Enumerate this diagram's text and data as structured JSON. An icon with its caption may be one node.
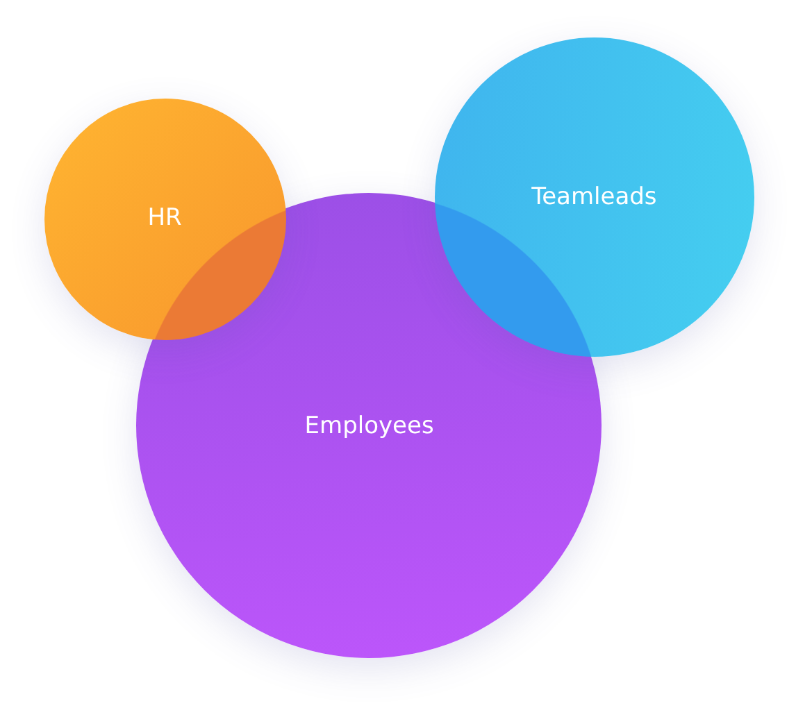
{
  "diagram": {
    "nodes": [
      {
        "text": [
          "HR"
        ]
      },
      {
        "text": [
          "Teamleads"
        ]
      },
      {
        "text": [
          "Employees"
        ]
      }
    ]
  }
}
